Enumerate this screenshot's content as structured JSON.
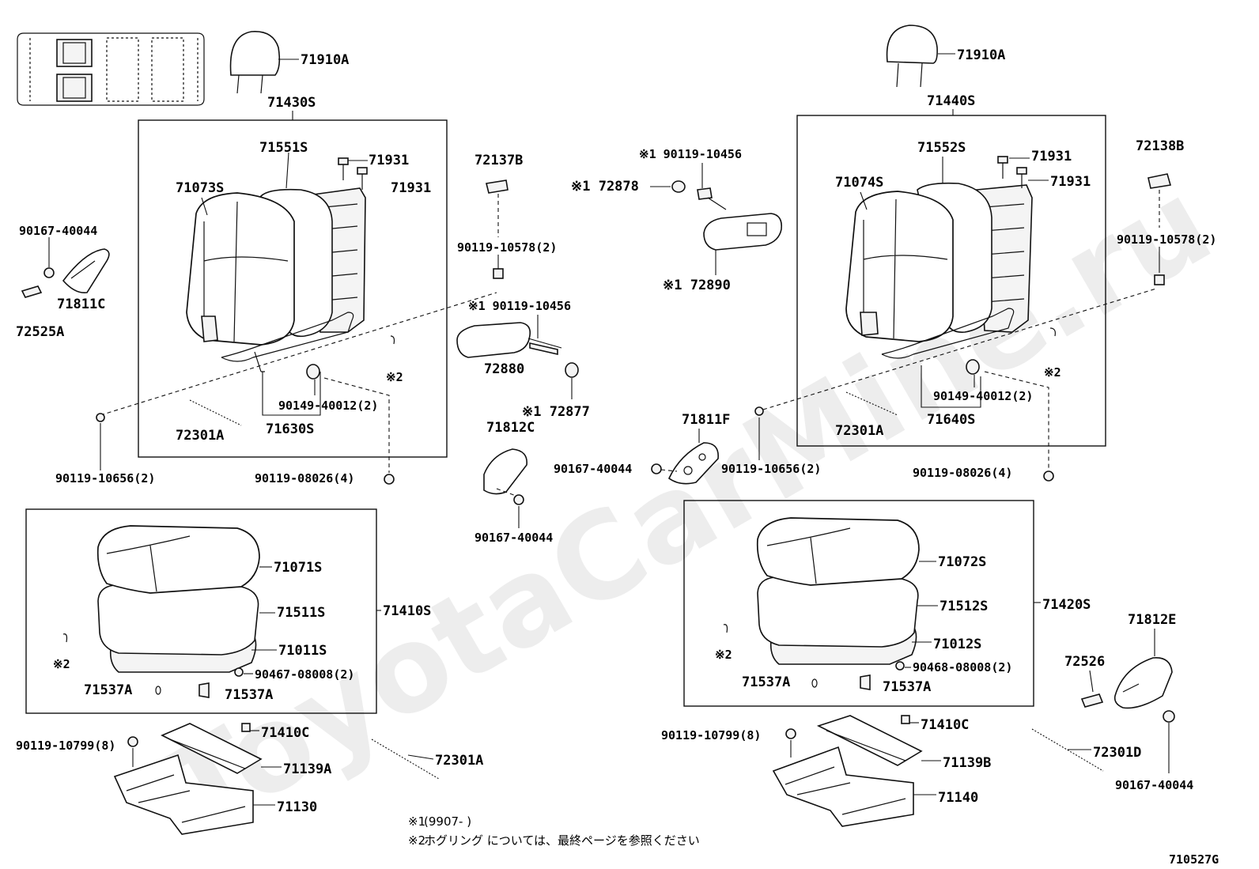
{
  "watermark": "ToyotaCarMine.ru",
  "figure_id": "710527G",
  "notes": {
    "note1_mark": "※1",
    "note1_text": "(9907-        )",
    "note2_mark": "※2",
    "note2_text": "ホグリング については、最終ページを参照ください"
  },
  "labels": {
    "l71910A_left": "71910A",
    "l71430S": "71430S",
    "l71551S": "71551S",
    "l71931_a": "71931",
    "l71931_b": "71931",
    "l71073S": "71073S",
    "l90167_40044_a": "90167-40044",
    "l71811C": "71811C",
    "l72525A": "72525A",
    "l72137B": "72137B",
    "l90119_10578_a": "90119-10578(2)",
    "l90119_10456_a": "※1 90119-10456",
    "l72880": "72880",
    "l72877": "※1 72877",
    "l_x2_a": "※2",
    "l90149_40012_a": "90149-40012(2)",
    "l71630S": "71630S",
    "l72301A_a": "72301A",
    "l90119_10656_a": "90119-10656(2)",
    "l90119_08026_a": "90119-08026(4)",
    "l71812C": "71812C",
    "l90167_40044_b": "90167-40044",
    "l90119_10456_b": "※1 90119-10456",
    "l72878": "※1 72878",
    "l72890": "※1 72890",
    "l71811F": "71811F",
    "l90167_40044_c": "90167-40044",
    "l90119_10656_b": "90119-10656(2)",
    "l71910A_right": "71910A",
    "l71440S": "71440S",
    "l71552S": "71552S",
    "l71931_c": "71931",
    "l71931_d": "71931",
    "l71074S": "71074S",
    "l72138B": "72138B",
    "l90119_10578_b": "90119-10578(2)",
    "l_x2_b": "※2",
    "l90149_40012_b": "90149-40012(2)",
    "l71640S": "71640S",
    "l72301A_b": "72301A",
    "l90119_08026_b": "90119-08026(4)",
    "l71071S": "71071S",
    "l71511S": "71511S",
    "l71410S": "71410S",
    "l71011S": "71011S",
    "l_x2_c": "※2",
    "l90467_08008": "90467-08008(2)",
    "l71537A_a": "71537A",
    "l71537A_b": "71537A",
    "l90119_10799_a": "90119-10799(8)",
    "l71410C_a": "71410C",
    "l71139A": "71139A",
    "l71130": "71130",
    "l72301A_c": "72301A",
    "l71072S": "71072S",
    "l71512S": "71512S",
    "l71420S": "71420S",
    "l71012S": "71012S",
    "l_x2_d": "※2",
    "l90468_08008": "90468-08008(2)",
    "l71537A_c": "71537A",
    "l71537A_d": "71537A",
    "l71812E": "71812E",
    "l72526": "72526",
    "l90119_10799_b": "90119-10799(8)",
    "l71410C_b": "71410C",
    "l71139B": "71139B",
    "l72301D": "72301D",
    "l71140": "71140",
    "l90167_40044_d": "90167-40044"
  }
}
